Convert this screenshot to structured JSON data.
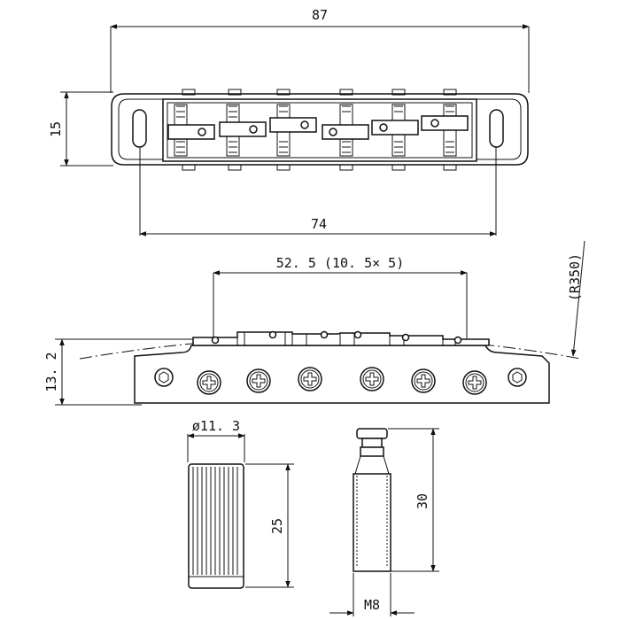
{
  "dimensions": {
    "overall_width": "87",
    "body_height": "15",
    "stud_spacing": "74",
    "string_spacing": "52. 5 (10. 5× 5)",
    "radius": "(R350)",
    "bridge_height": "13. 2",
    "stud_diameter": "ø11. 3",
    "stud_height": "25",
    "screw_length": "30",
    "screw_thread": "M8"
  },
  "colors": {
    "line": "#111111",
    "background": "#ffffff"
  }
}
